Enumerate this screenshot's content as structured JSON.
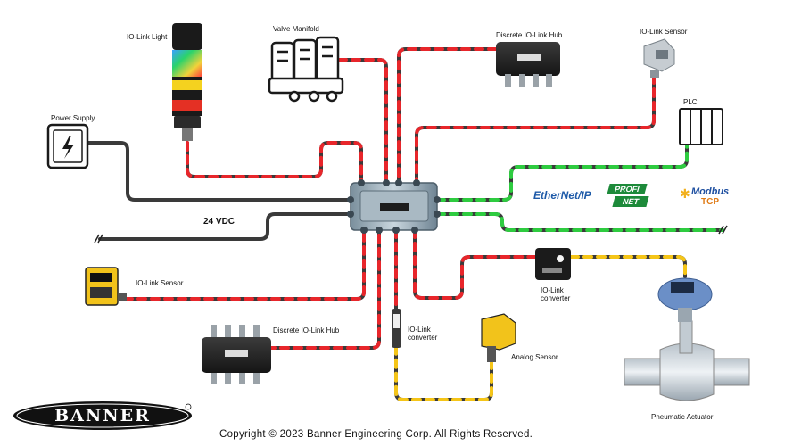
{
  "labels": {
    "io_link_light": "IO-Link Light",
    "valve_manifold": "Valve Manifold",
    "discrete_hub_top": "Discrete IO-Link Hub",
    "io_link_sensor_top": "IO-Link Sensor",
    "power_supply": "Power Supply",
    "plc": "PLC",
    "vdc": "24 VDC",
    "io_link_sensor_left": "IO-Link Sensor",
    "io_link_converter_right_line1": "IO-Link",
    "io_link_converter_right_line2": "converter",
    "io_link_converter_mid_line1": "IO-Link",
    "io_link_converter_mid_line2": "converter",
    "discrete_hub_bottom": "Discrete IO-Link Hub",
    "analog_sensor": "Analog Sensor",
    "pneumatic_actuator": "Pneumatic Actuator"
  },
  "protocols": {
    "ethernet_ip": "EtherNet/IP",
    "profinet_1": "PROFI",
    "profinet_2": "NET",
    "modbus_1": "Modbus",
    "modbus_2": "TCP"
  },
  "brand": {
    "logo": "BANNER",
    "copyright": "Copyright © 2023 Banner Engineering Corp. All Rights Reserved."
  },
  "colors": {
    "io_link_signal": "#e8262b",
    "ethernet_signal": "#2ecc40",
    "analog_signal": "#f5c518",
    "cable": "#3a3a3a",
    "protocol_blue": "#1e5aa8",
    "profinet_green": "#1d8a3a",
    "modbus_orange": "#e07b16"
  }
}
